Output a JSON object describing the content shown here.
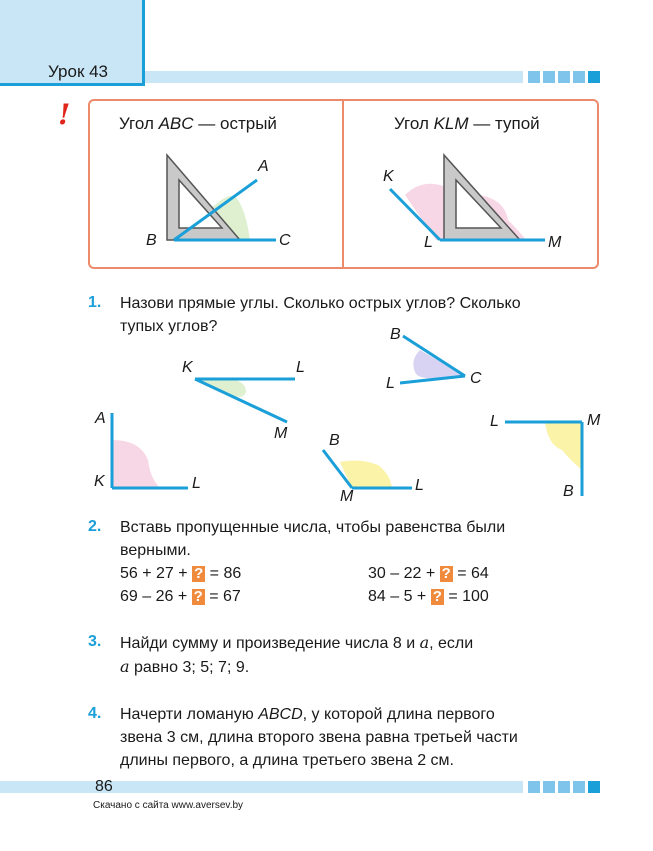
{
  "header": {
    "lesson_label": "Урок 43",
    "page_number": "86"
  },
  "rule": {
    "left_parts": [
      "Угол ",
      "ABC",
      " — острый"
    ],
    "right_parts": [
      "Угол ",
      "KLM",
      " — тупой"
    ],
    "left_points": {
      "a": "A",
      "b": "B",
      "c": "C"
    },
    "right_points": {
      "k": "K",
      "l": "L",
      "m": "M"
    }
  },
  "tasks": [
    {
      "number": "1.",
      "line1": "Назови прямые углы. Сколько острых углов? Сколько",
      "line2": "тупых углов?"
    },
    {
      "number": "2.",
      "line1": "Вставь пропущенные числа, чтобы равенства были",
      "line2": "верными."
    },
    {
      "number": "3.",
      "line1_a": "Найди сумму и произведение числа 8 и ",
      "var": "a",
      "line1_b": ", если",
      "line2_b": " равно 3; 5; 7; 9."
    },
    {
      "number": "4.",
      "line1_a": "Начерти ломаную ",
      "abcd": "ABCD",
      "line1_b": ", у которой длина первого",
      "line2": "звена 3 см, длина второго звена равна третьей части",
      "line3": "длины первого, а длина третьего звена 2 см."
    }
  ],
  "equations": [
    {
      "before": "56 + 27 + ",
      "after": " = 86"
    },
    {
      "before": "30 – 22 + ",
      "after": " = 64"
    },
    {
      "before": "69 – 26 + ",
      "after": " = 67"
    },
    {
      "before": "84 – 5 + ",
      "after": " = 100"
    }
  ],
  "unknown_mark": "?",
  "angle_labels": {
    "klm": {
      "k": "K",
      "l": "L",
      "m": "M"
    },
    "bcl": {
      "b": "B",
      "c": "C",
      "l": "L"
    },
    "akl": {
      "a": "A",
      "k": "K",
      "l": "L"
    },
    "bml": {
      "b": "B",
      "m": "M",
      "l": "L"
    },
    "lmb": {
      "l": "L",
      "m": "M",
      "b": "B"
    }
  },
  "footer": "Скачано с сайта www.aversev.by",
  "colors": {
    "accent": "#1a9fd8",
    "light_band": "#c9e6f6",
    "frame": "#ee8a6c",
    "question_box": "#f08a3c",
    "exclamation": "#e0261c"
  }
}
